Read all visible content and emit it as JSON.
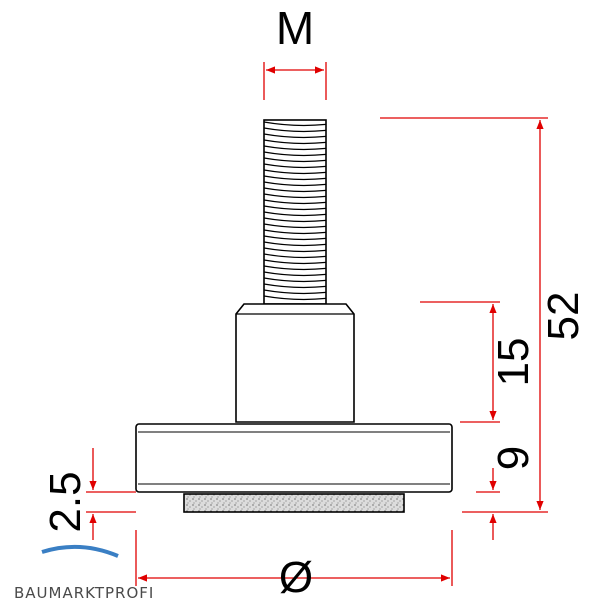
{
  "dimensions": {
    "thread": "M",
    "total_height": "52",
    "stem_height": "15",
    "base_height": "9",
    "felt_height": "2.5",
    "diameter": "Ø"
  },
  "brand": {
    "name": "BAUMARKTPROFI"
  },
  "colors": {
    "dimension_line": "#e00000",
    "outline": "#000000",
    "felt_fill": "#d8d8d8",
    "logo_blue": "#3a7fc4",
    "logo_gray": "#6a6a6a"
  }
}
